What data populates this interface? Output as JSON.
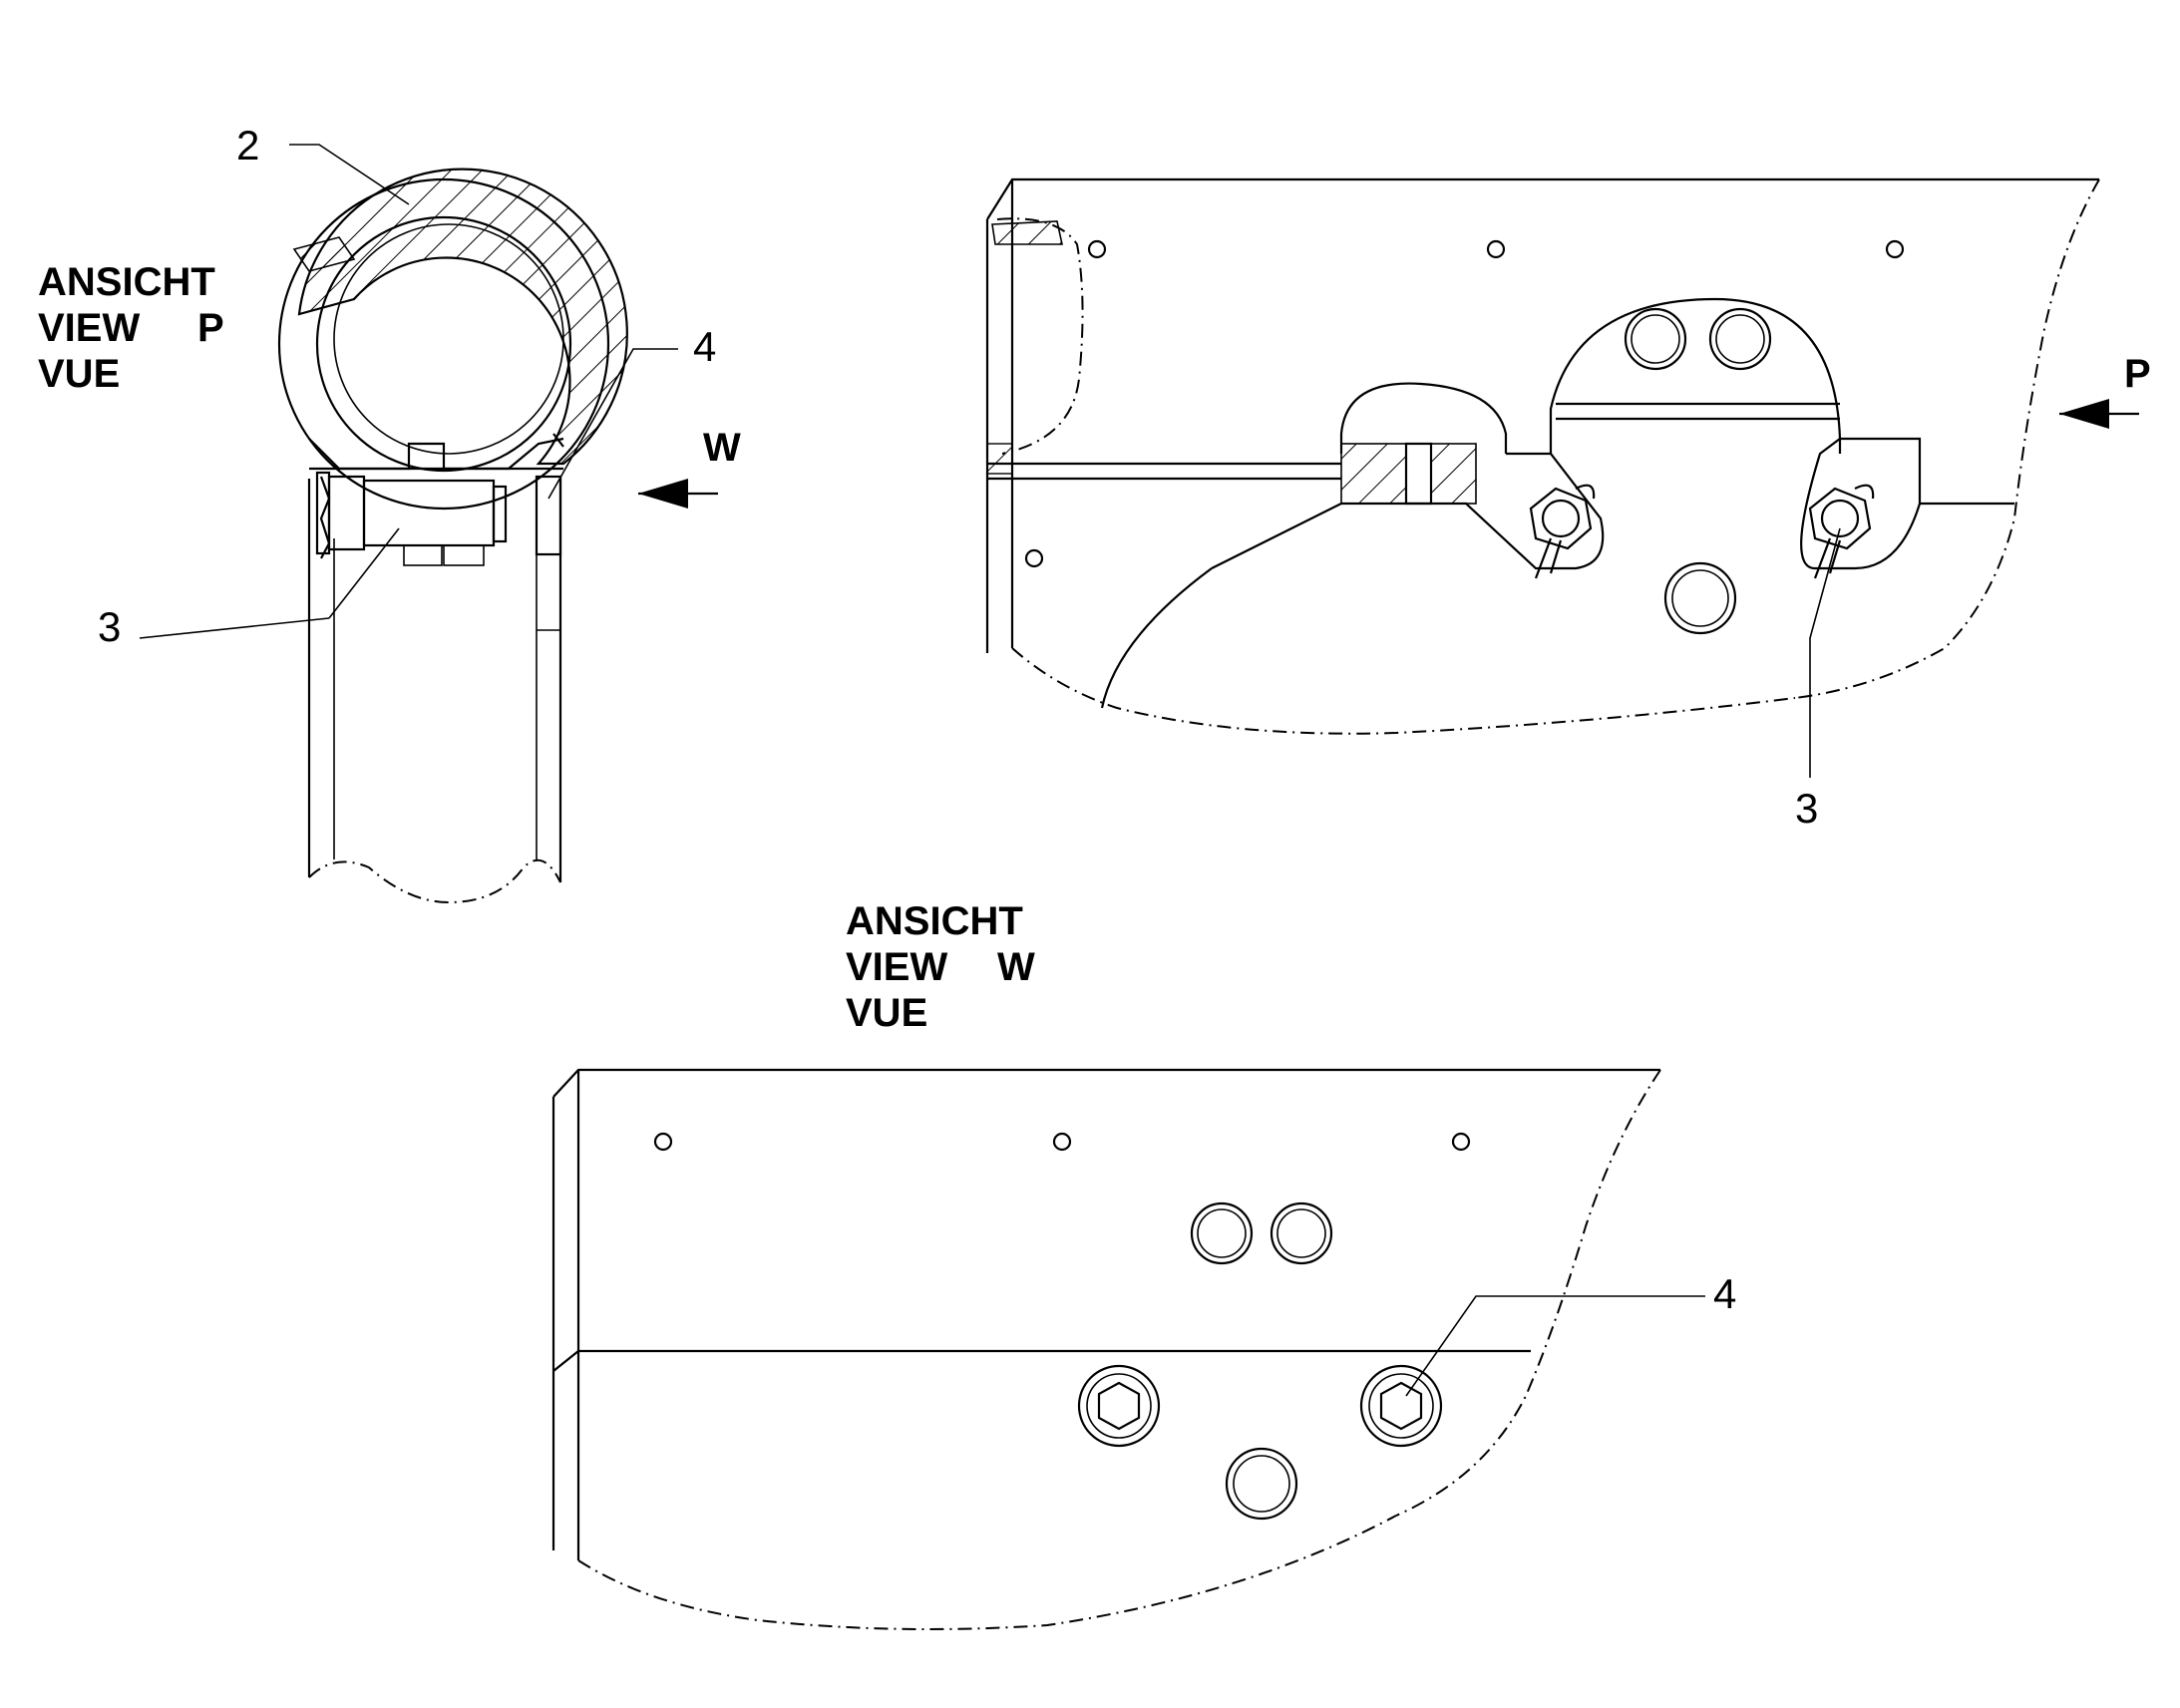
{
  "views": {
    "view_p": {
      "line1": "ANSICHT",
      "line2": "VIEW",
      "letter": "P",
      "line3": "VUE"
    },
    "view_w": {
      "line1": "ANSICHT",
      "line2": "VIEW",
      "letter": "W",
      "line3": "VUE"
    }
  },
  "arrows": {
    "w": "W",
    "p": "P"
  },
  "callouts": {
    "c2": "2",
    "c4_top": "4",
    "c3_left": "3",
    "c3_right": "3",
    "c4_bottom": "4"
  }
}
